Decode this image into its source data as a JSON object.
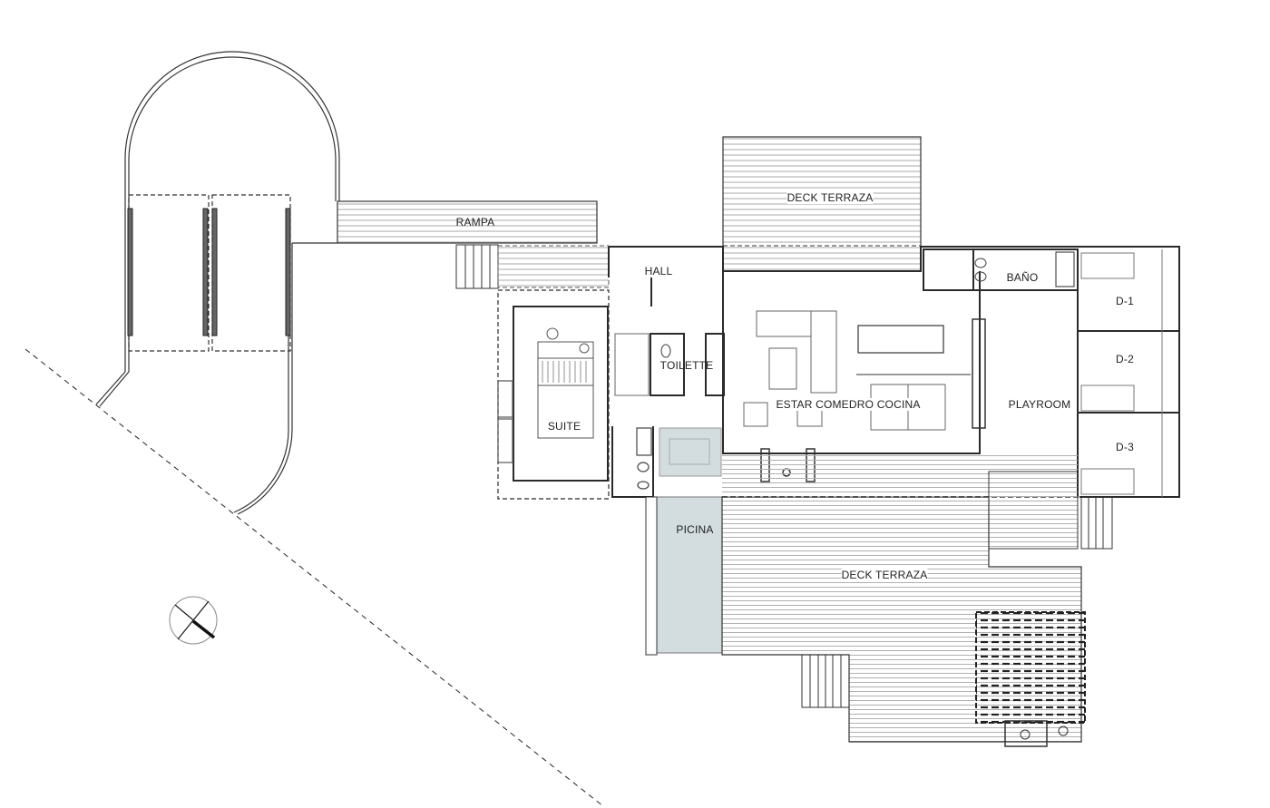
{
  "drawing": {
    "type": "architectural floor plan",
    "colors": {
      "line": "#2a2a2a",
      "deck_line": "#9a9a9a",
      "pool_fill": "#d3dde0",
      "background": "#ffffff"
    }
  },
  "rooms": {
    "rampa": "RAMPA",
    "deck_north": "DECK TERRAZA",
    "hall": "HALL",
    "bano": "BAÑO",
    "d1": "D-1",
    "d2": "D-2",
    "d3": "D-3",
    "toilette": "TOILETTE",
    "suite": "SUITE",
    "estar": "ESTAR COMEDRO COCINA",
    "playroom": "PLAYROOM",
    "picina": "PICINA",
    "deck_south": "DECK TERRAZA"
  },
  "symbols": {
    "north_arrow": "north-arrow-compass",
    "property_line": "dashed diagonal boundary"
  }
}
